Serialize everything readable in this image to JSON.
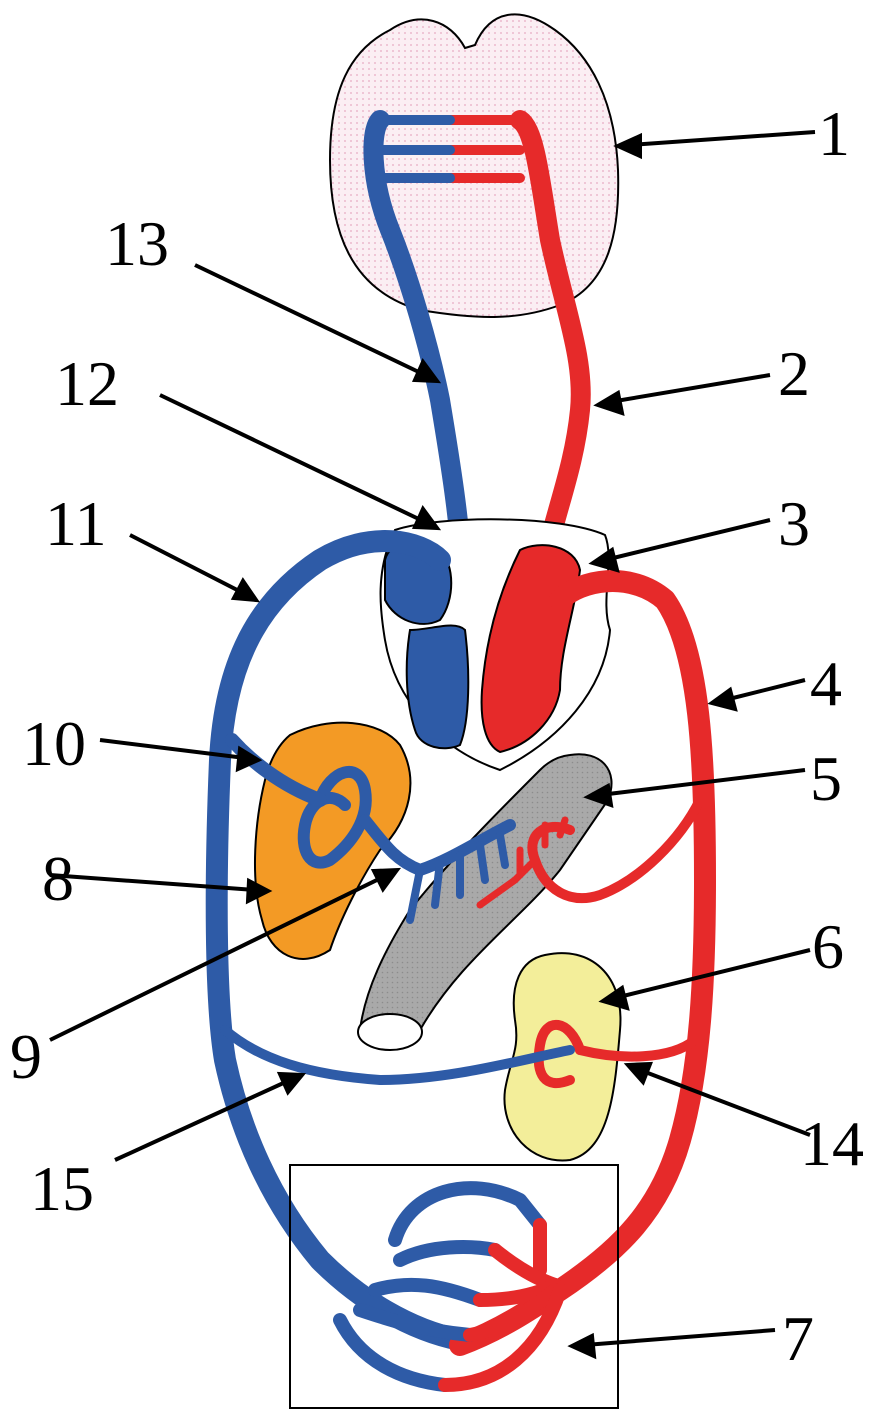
{
  "labels": {
    "l1": "1",
    "l2": "2",
    "l3": "3",
    "l4": "4",
    "l5": "5",
    "l6": "6",
    "l7": "7",
    "l8": "8",
    "l9": "9",
    "l10": "10",
    "l11": "11",
    "l12": "12",
    "l13": "13",
    "l14": "14",
    "l15": "15"
  },
  "colors": {
    "vein": "#2E5BA7",
    "artery": "#E62A2A",
    "liver": "#F39A25",
    "kidney": "#F3EE9A",
    "brain": "#FBE9F0",
    "intestine": "#A9A9A9"
  }
}
